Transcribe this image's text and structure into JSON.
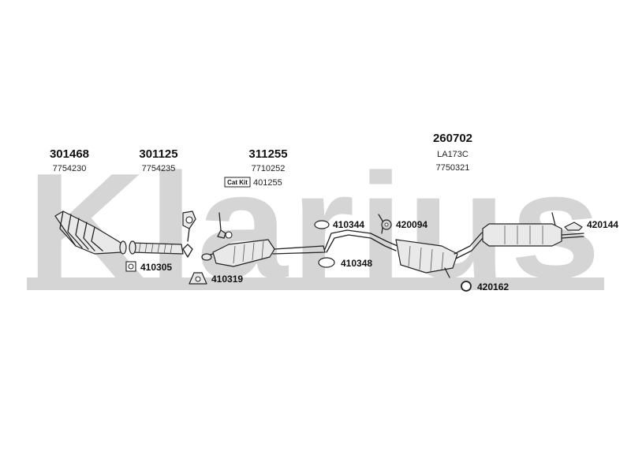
{
  "watermark": "Klarius",
  "parts": [
    {
      "id": "301468",
      "ref": "7754230"
    },
    {
      "id": "301125",
      "ref": "7754235"
    },
    {
      "id": "311255",
      "ref": "7710252",
      "kit_label": "Cat Kit",
      "kit_ref": "401255"
    },
    {
      "id": "260702",
      "ref_a": "LA173C",
      "ref_b": "7750321"
    }
  ],
  "fittings": [
    {
      "id": "410305"
    },
    {
      "id": "410319"
    },
    {
      "id": "410344"
    },
    {
      "id": "420094"
    },
    {
      "id": "410348"
    },
    {
      "id": "420162"
    },
    {
      "id": "420144"
    }
  ]
}
